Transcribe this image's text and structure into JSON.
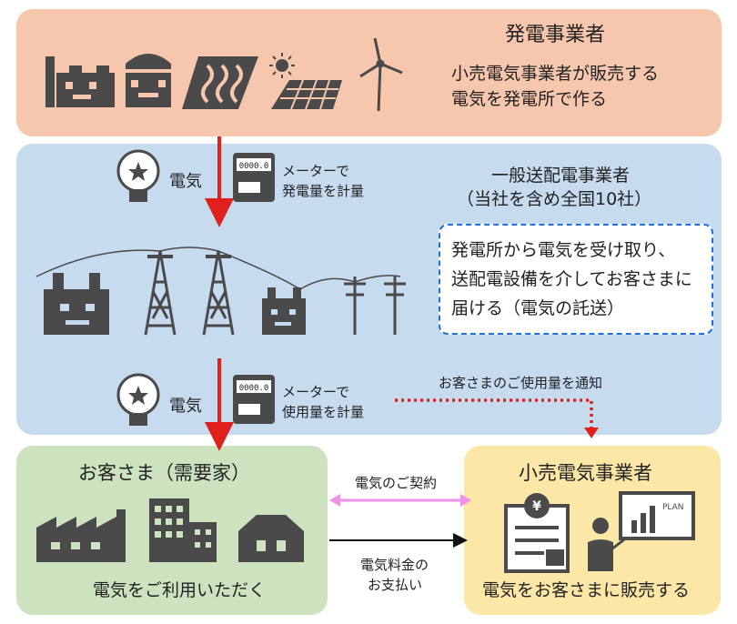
{
  "generator": {
    "title": "発電事業者",
    "desc1": "小売電気事業者が販売する",
    "desc2": "電気を発電所で作る"
  },
  "transmission": {
    "title": "一般送配電事業者",
    "subtitle": "（当社を含め全国10社）",
    "note": [
      "発電所から電気を受け取り、",
      "送配電設備を介してお客さまに",
      "届ける（電気の託送）"
    ]
  },
  "flow_top": {
    "electricity": "電気",
    "meter_display": "0000.0",
    "meter1": "メーターで",
    "meter2": "発電量を計量"
  },
  "flow_bottom": {
    "electricity": "電気",
    "meter_display": "0000.0",
    "meter1": "メーターで",
    "meter2": "使用量を計量"
  },
  "notify": "お客さまのご使用量を通知",
  "customer": {
    "title": "お客さま（需要家）",
    "desc": "電気をご利用いただく"
  },
  "retailer": {
    "title": "小売電気事業者",
    "desc": "電気をお客さまに販売する",
    "plan_label": "PLAN",
    "yen": "¥"
  },
  "contract": "電気のご契約",
  "payment1": "電気料金の",
  "payment2": "お支払い",
  "colors": {
    "generator_bg": "#f7c7ad",
    "grid_bg": "#c7dbef",
    "customer_bg": "#cde3bf",
    "retailer_bg": "#fde7a6",
    "arrow_red": "#e0201c",
    "contract_pink": "#f090e8",
    "note_border": "#1f6fe0",
    "icon": "#4a4a4a"
  }
}
